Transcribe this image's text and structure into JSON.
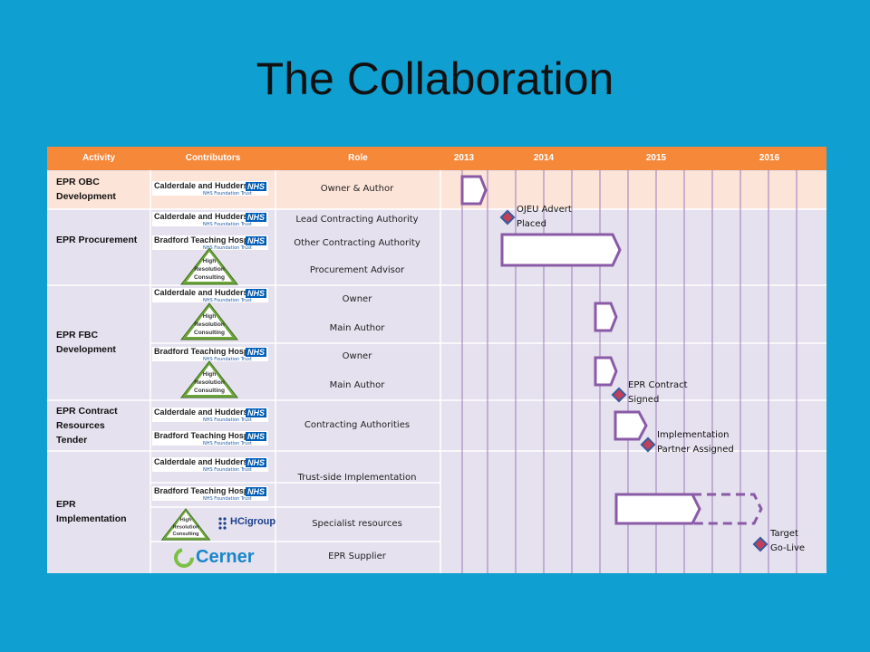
{
  "slide_title": "The Collaboration",
  "headers": [
    "Activity",
    "Contributors",
    "Role",
    "2013",
    "2014",
    "2015",
    "2016"
  ],
  "activities": [
    {
      "name": "EPR OBC Development",
      "roles": [
        "Owner & Author"
      ]
    },
    {
      "name": "EPR Procurement",
      "roles": [
        "Lead Contracting Authority",
        "Other Contracting Authority",
        "Procurement Advisor"
      ]
    },
    {
      "name": "EPR FBC Development",
      "roles": [
        "Owner",
        "Main Author",
        "Owner",
        "Main Author"
      ]
    },
    {
      "name": "EPR Contract Resources Tender",
      "roles": [
        "Contracting Authorities"
      ]
    },
    {
      "name": "EPR Implementation",
      "roles": [
        "Trust-side Implementation",
        "Specialist resources",
        "EPR Supplier"
      ]
    }
  ],
  "logos": {
    "cht": {
      "name": "Calderdale and Huddersfield",
      "trust": "NHS Foundation Trust",
      "badge": "NHS"
    },
    "btht": {
      "name": "Bradford Teaching Hospitals",
      "trust": "NHS Foundation Trust",
      "badge": "NHS"
    },
    "hrc": {
      "lines": [
        "High",
        "Resolution",
        "Consulting"
      ]
    },
    "cerner": "Cerner",
    "hci": "HCigroup"
  },
  "milestones": {
    "ojeu": "OJEU Advert Placed",
    "contract": "EPR Contract Signed",
    "partner": "Implementation Partner Assigned",
    "golive": "Target Go-Live"
  },
  "colors": {
    "background": "#0f9fd0",
    "header": "#f6883a",
    "bar_outline": "#8a5aa6",
    "milestone": "#c0405a"
  }
}
